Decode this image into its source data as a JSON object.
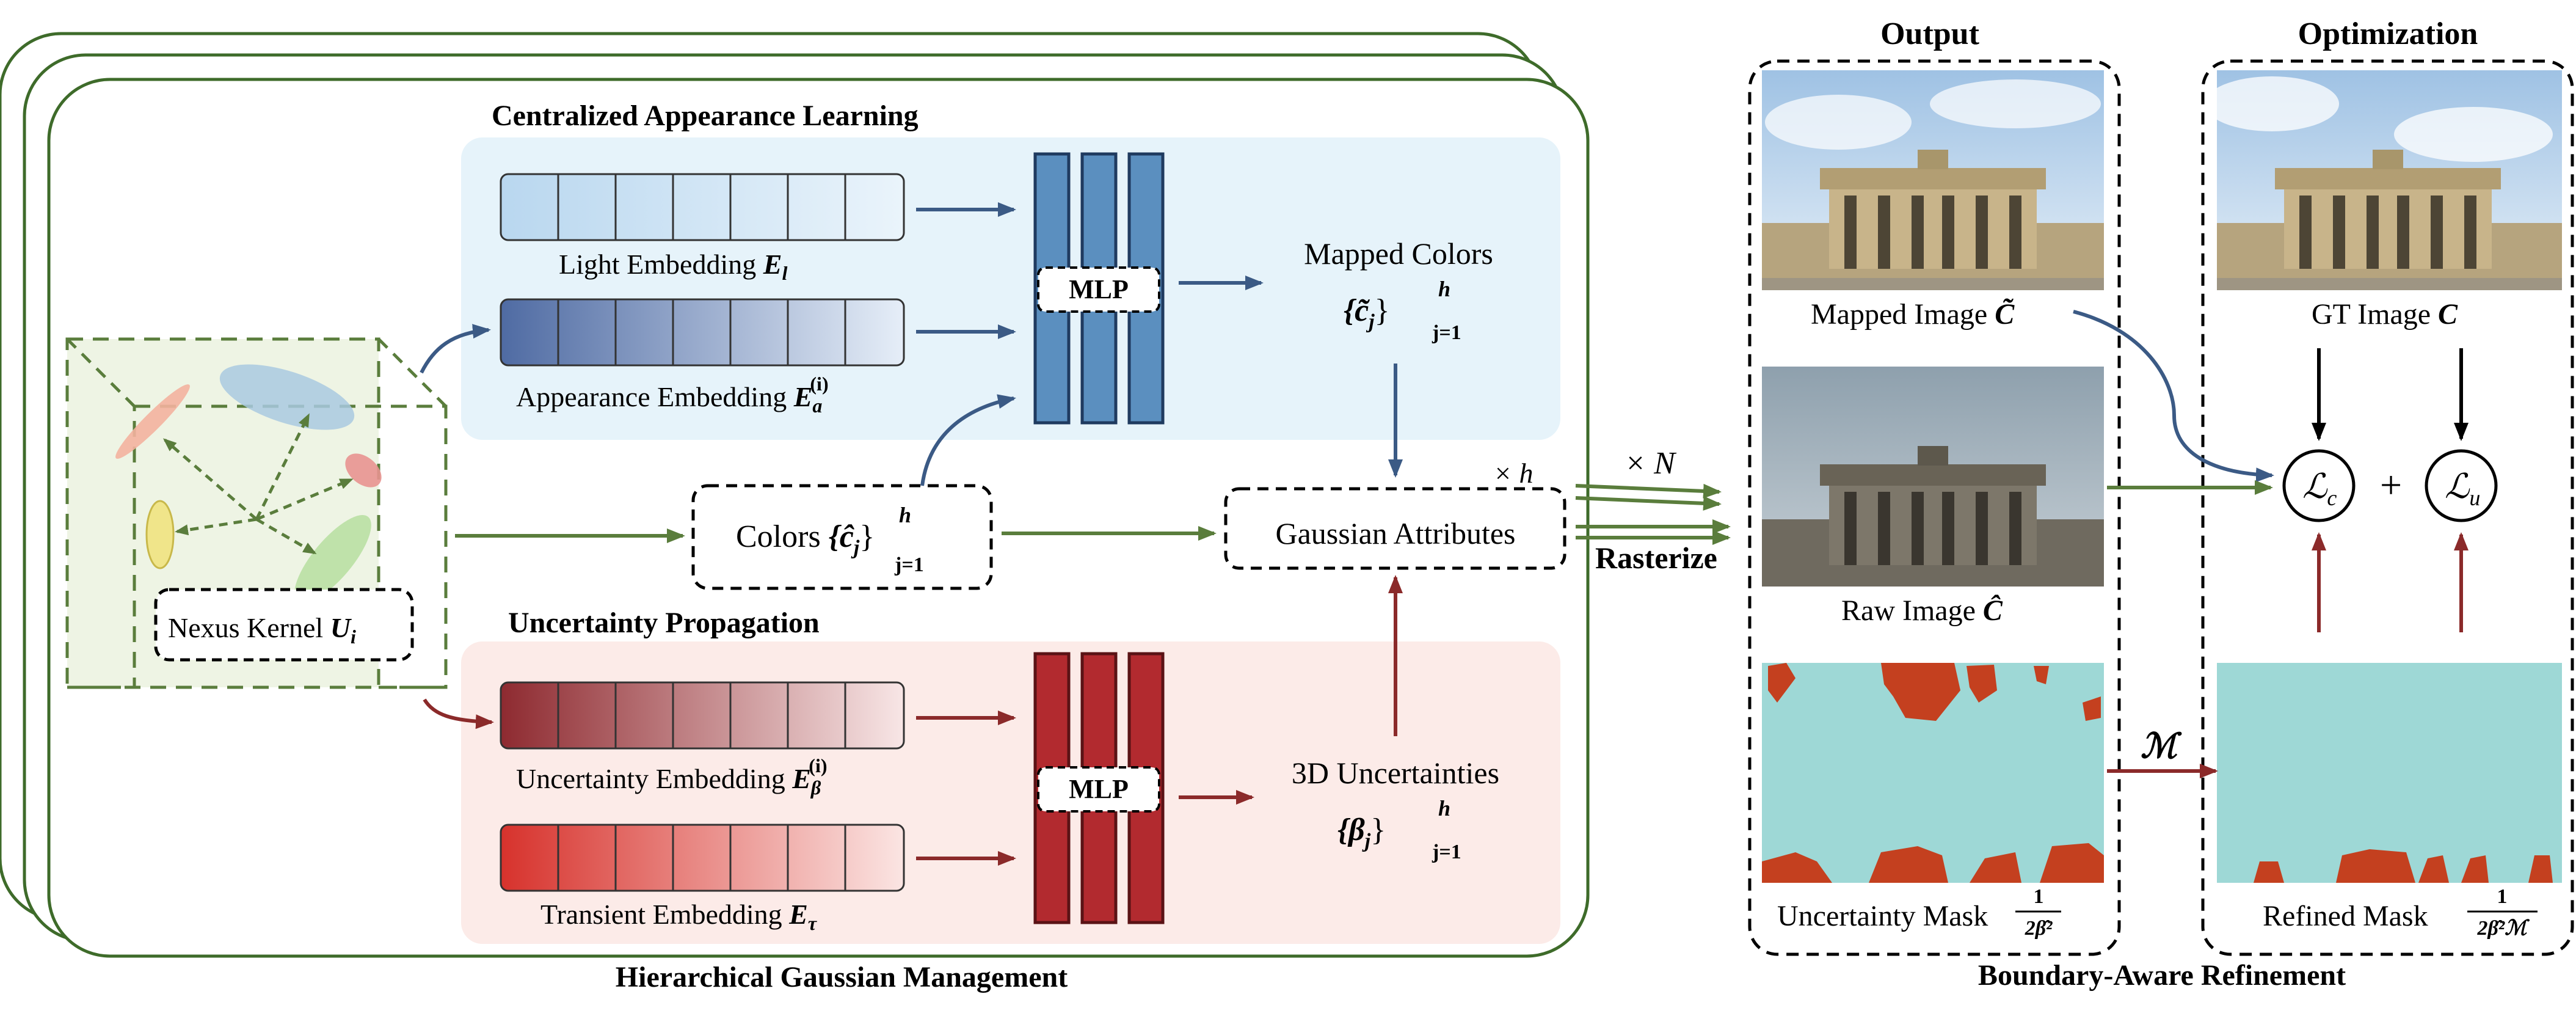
{
  "pipeline": {
    "caption": "Hierarchical Gaussian Management",
    "stack_copies": "× N",
    "rasterize_label": "Rasterize",
    "nexus_kernel": {
      "label": "Nexus Kernel ",
      "symbol": "U",
      "sub": "i"
    }
  },
  "appearance": {
    "title": "Centralized Appearance Learning",
    "light_embedding": {
      "label": "Light Embedding ",
      "symbol": "E",
      "sub": "l"
    },
    "appearance_embedding": {
      "label": "Appearance Embedding ",
      "symbol": "E",
      "sub": "a",
      "sup": "(i)"
    },
    "mlp_label": "MLP",
    "mapped_colors": {
      "title": "Mapped Colors",
      "set": "{c̃",
      "sub_j": "j",
      "close": "}",
      "sup": "h",
      "range": "j=1"
    }
  },
  "colors_node": {
    "label": "Colors ",
    "set": "{ĉ",
    "sub_j": "j",
    "close": "}",
    "sup": "h",
    "range": "j=1"
  },
  "gaussian_attributes": {
    "label": "Gaussian Attributes",
    "multiplier": "× h"
  },
  "uncertainty": {
    "title": "Uncertainty Propagation",
    "uncertainty_embedding": {
      "label": "Uncertainty Embedding ",
      "symbol": "E",
      "sub": "β",
      "sup": "(i)"
    },
    "transient_embedding": {
      "label": "Transient Embedding ",
      "symbol": "E",
      "sub": "τ"
    },
    "mlp_label": "MLP",
    "uncertainties": {
      "title": "3D Uncertainties",
      "set": "{β",
      "sub_j": "j",
      "close": "}",
      "sup": "h",
      "range": "j=1"
    }
  },
  "output": {
    "title": "Output",
    "mapped_image": {
      "label": "Mapped Image ",
      "symbol": "C̃"
    },
    "raw_image": {
      "label": "Raw Image ",
      "symbol": "Ĉ"
    },
    "uncertainty_mask": {
      "label": "Uncertainty Mask ",
      "frac_num": "1",
      "frac_den": "2β̂²"
    }
  },
  "optimization": {
    "title": "Optimization",
    "gt_image": {
      "label": "GT Image ",
      "symbol": "C"
    },
    "refined_mask": {
      "label": "Refined Mask ",
      "frac_num": "1",
      "frac_den": "2β̂²ℳ"
    },
    "loss_c": {
      "symbol": "ℒ",
      "sub": "c"
    },
    "plus": "+",
    "loss_u": {
      "symbol": "ℒ",
      "sub": "u"
    },
    "mask_arrow_label": "ℳ"
  },
  "refinement_caption": "Boundary-Aware Refinement",
  "colors": {
    "green": "#5a7d3c",
    "blue": "#3b5a85",
    "red": "#8b2a2a",
    "light_blue_bg": "#e6f3fa",
    "light_red_bg": "#fcebe8",
    "mlp_blue": "#5b8fbf",
    "mlp_red": "#b22a2f",
    "mask_cyan": "#9ed8d6",
    "mask_red": "#c4401f"
  }
}
